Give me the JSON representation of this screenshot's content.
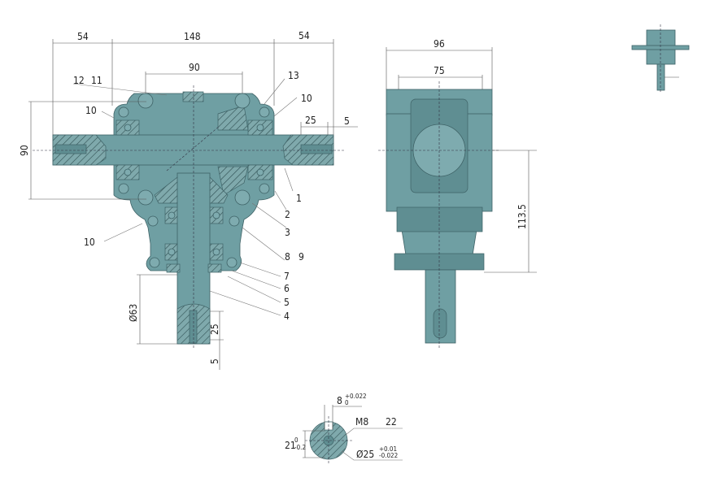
{
  "colors": {
    "body": "#6f9fa3",
    "outline": "#3e6266",
    "background": "#ffffff"
  },
  "front_view": {
    "dimensions": {
      "left_shaft": "54",
      "housing_width": "148",
      "right_shaft": "54",
      "bolt_spacing": "90",
      "height": "90",
      "key_length": "25",
      "key_offset": "5",
      "output_diameter": "Ø63",
      "output_key_length": "25",
      "output_key_offset": "5"
    },
    "part_labels": {
      "p12": "12",
      "p11": "11",
      "p13": "13",
      "p10_upper_left": "10",
      "p10_upper_right": "10",
      "p10_lower_left": "10",
      "p1": "1",
      "p2": "2",
      "p3": "3",
      "p8": "8",
      "p9": "9",
      "p7": "7",
      "p6": "6",
      "p5": "5",
      "p4": "4"
    }
  },
  "side_view": {
    "dimensions": {
      "width": "96",
      "inner_width": "75",
      "height": "113.5"
    }
  },
  "shaft_section": {
    "key_width": "8",
    "key_width_tol_upper": "+0.022",
    "key_width_tol_lower": "0",
    "thread": "M8",
    "thread_depth": "22",
    "key_depth": "21",
    "key_depth_tol_upper": "0",
    "key_depth_tol_lower": "-0.2",
    "diameter": "Ø25",
    "diameter_tol_upper": "+0.01",
    "diameter_tol_lower": "-0.022"
  }
}
